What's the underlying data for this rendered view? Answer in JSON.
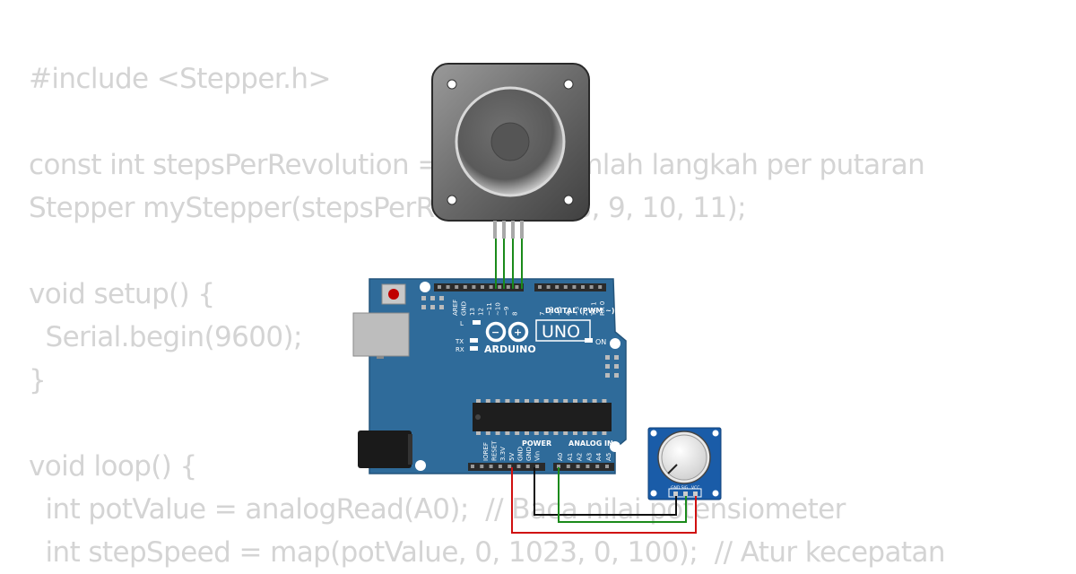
{
  "code_lines": [
    "#include <Stepper.h>",
    "",
    "const int stepsPerRevolution = 200;  // Jumlah langkah per putaran",
    "Stepper myStepper(stepsPerRevolution, 8, 9, 10, 11);",
    "",
    "void setup() {",
    "  Serial.begin(9600);",
    "}",
    "",
    "void loop() {",
    "  int potValue = analogRead(A0);  // Baca nilai potensiometer",
    "  int stepSpeed = map(potValue, 0, 1023, 0, 100);  // Atur kecepatan"
  ],
  "board": {
    "logo_text": "ARDUINO",
    "model": "UNO",
    "digital_label": "DIGITAL (PWM ~)",
    "power_label": "POWER",
    "analog_label": "ANALOG IN",
    "on_label": "ON",
    "l_label": "L",
    "tx_label": "TX",
    "rx_label": "RX",
    "digital_pins": [
      "AREF",
      "GND",
      "13",
      "12",
      "~11",
      "~10",
      "~9",
      "8",
      "7",
      "~6",
      "~5",
      "4",
      "~3",
      "2",
      "TX 1",
      "RX 0"
    ],
    "power_pins": [
      "IOREF",
      "RESET",
      "3.3V",
      "5V",
      "GND",
      "GND",
      "Vin"
    ],
    "analog_pins": [
      "A0",
      "A1",
      "A2",
      "A3",
      "A4",
      "A5"
    ]
  },
  "pot": {
    "pins": [
      "GND",
      "SIG",
      "VCC"
    ]
  },
  "colors": {
    "code_text": "#d4d4d4",
    "board": "#2f6b9a",
    "wire_green": "#1a8a1a",
    "wire_red": "#d01010",
    "wire_black": "#111111"
  }
}
